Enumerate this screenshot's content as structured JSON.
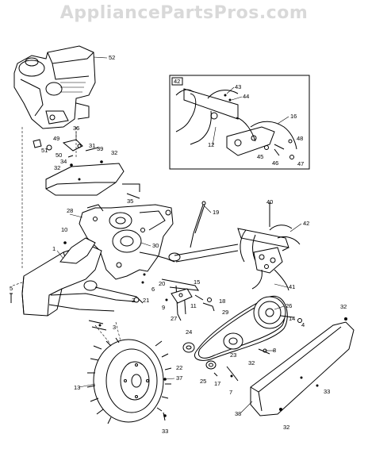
{
  "watermark": "AppliancePartsPros.com",
  "inset_label": "42",
  "parts": {
    "p52": "52",
    "p43": "43",
    "p44": "44",
    "p16": "16",
    "p36": "36",
    "p49": "49",
    "p31": "31",
    "p51": "51",
    "p50": "50",
    "p34": "34",
    "p32a": "32",
    "p32b": "32",
    "p12": "12",
    "p48": "48",
    "p45": "45",
    "p46": "46",
    "p47": "47",
    "p39": "39",
    "p35": "35",
    "p40": "40",
    "p28": "28",
    "p19": "19",
    "p42": "42",
    "p10": "10",
    "p30": "30",
    "p1": "1",
    "p41": "41",
    "p20": "20",
    "p15": "15",
    "p6": "6",
    "p5": "5",
    "p2": "2",
    "p21": "21",
    "p9": "9",
    "p11": "11",
    "p18": "18",
    "p26": "26",
    "p32c": "32",
    "p27": "27",
    "p29": "29",
    "p14": "14",
    "p4": "4",
    "p3": "3",
    "p24": "24",
    "p8": "8",
    "p23": "23",
    "p22": "22",
    "p32d": "32",
    "p13": "13",
    "p37": "37",
    "p25": "25",
    "p17": "17",
    "p7": "7",
    "p33a": "33",
    "p38": "38",
    "p33b": "33",
    "p32e": "32"
  }
}
